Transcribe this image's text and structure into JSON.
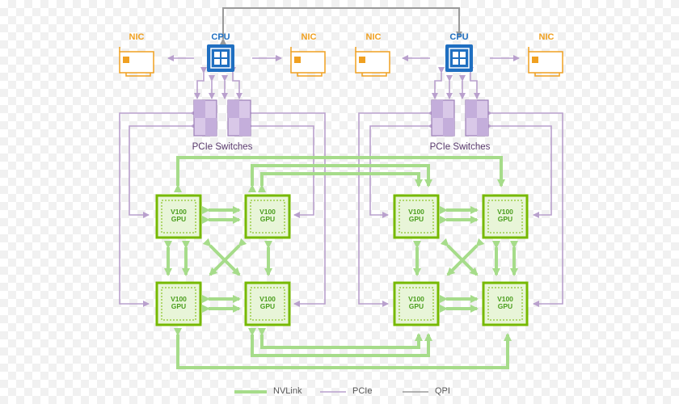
{
  "labels": {
    "nic": "NIC",
    "cpu": "CPU",
    "pcie_switches": "PCIe Switches",
    "gpu_line1": "V100",
    "gpu_line2": "GPU"
  },
  "legend": {
    "nvlink": "NVLink",
    "pcie": "PCIe",
    "qpi": "QPI"
  },
  "colors": {
    "nvlink": "#a6dc8a",
    "pcie": "#b9a0cd",
    "qpi": "#9a9a9a",
    "gpu": "#76b900",
    "cpu": "#1f6fc1",
    "nic": "#f0a020",
    "switch": "#c9b4dd"
  },
  "icons": {
    "cpu": "cpu-chip-icon",
    "nic": "network-card-icon",
    "switch": "pcie-switch-icon",
    "gpu": "gpu-chip-icon"
  }
}
